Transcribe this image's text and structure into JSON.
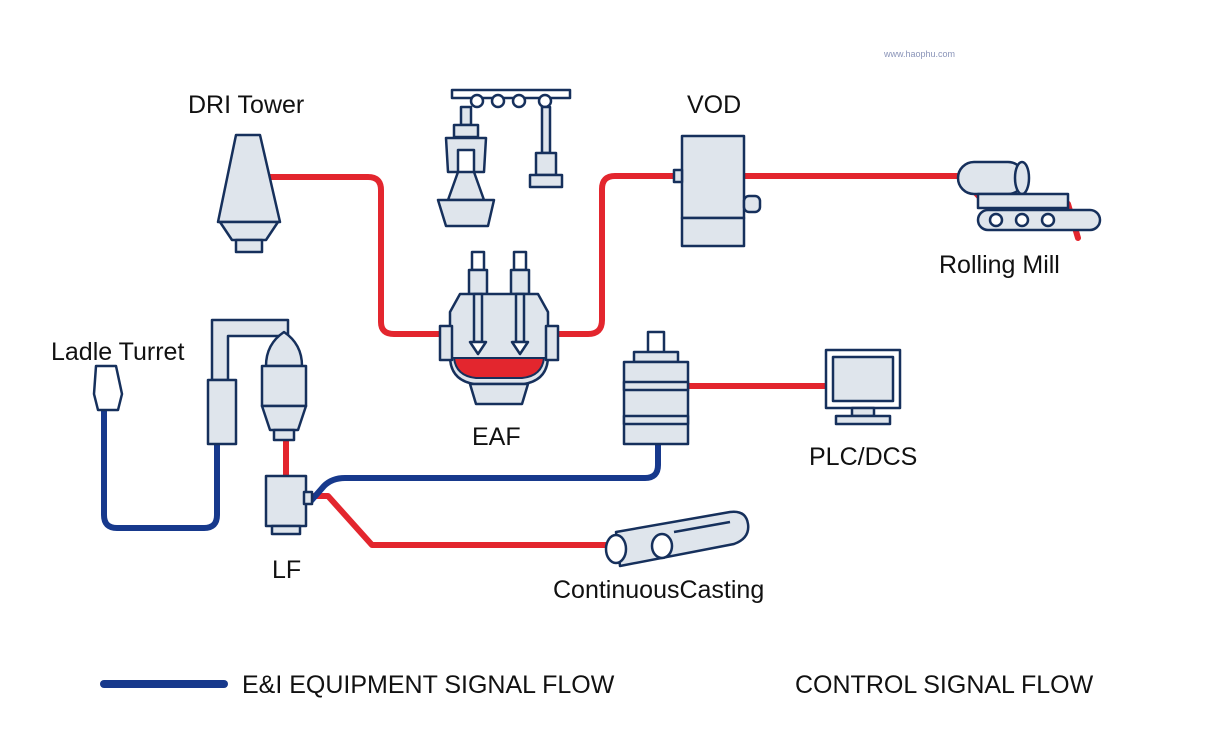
{
  "watermark": "www.haophu.com",
  "nodes": {
    "dri_tower": "DRI Tower",
    "vod": "VOD",
    "rolling_mill": "Rolling Mill",
    "ladle_turret": "Ladle Turret",
    "eaf": "EAF",
    "plc_dcs": "PLC/DCS",
    "lf": "LF",
    "continuous_casting": "ContinuousCasting"
  },
  "legend": {
    "ei_flow": "E&I EQUIPMENT SIGNAL FLOW",
    "control_flow": "CONTROL SIGNAL FLOW"
  },
  "colors": {
    "control_line": "#e3262e",
    "ei_line": "#17398c",
    "equipment_fill": "#dfe5ec",
    "equipment_outline": "#16305c"
  }
}
